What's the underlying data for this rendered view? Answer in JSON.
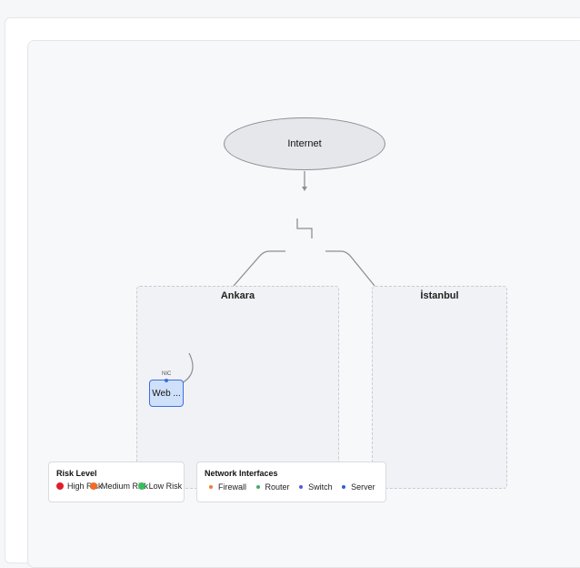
{
  "diagram": {
    "internet_label": "Internet",
    "regions": [
      {
        "name": "Ankara"
      },
      {
        "name": "İstanbul"
      }
    ],
    "node": {
      "label": "Web ...",
      "interface_label": "NIC",
      "color": "#cfe0fb",
      "border": "#3b6fe0"
    }
  },
  "risk_legend": {
    "title": "Risk Level",
    "items": [
      {
        "label": "High Risk",
        "color": "#e11d2a"
      },
      {
        "label": "Medium Risk",
        "color": "#f26b2a"
      },
      {
        "label": "Low Risk",
        "color": "#3dbb5c"
      }
    ]
  },
  "interface_legend": {
    "title": "Network Interfaces",
    "items": [
      {
        "label": "Firewall",
        "color": "#f07d32"
      },
      {
        "label": "Router",
        "color": "#3fae5f"
      },
      {
        "label": "Switch",
        "color": "#5a57e0"
      },
      {
        "label": "Server",
        "color": "#2f5fd6"
      }
    ]
  }
}
